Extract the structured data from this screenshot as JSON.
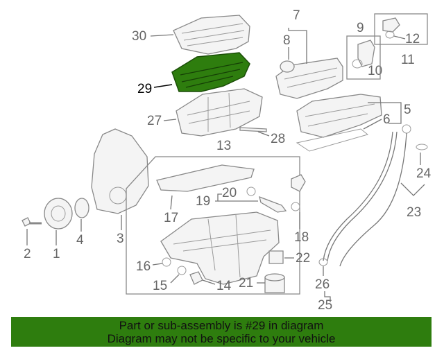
{
  "diagram": {
    "callouts": {
      "c1": "1",
      "c2": "2",
      "c3": "3",
      "c4": "4",
      "c5": "5",
      "c6": "6",
      "c7": "7",
      "c8": "8",
      "c9": "9",
      "c10": "10",
      "c11": "11",
      "c12": "12",
      "c13": "13",
      "c14": "14",
      "c15": "15",
      "c16": "16",
      "c17": "17",
      "c18": "18",
      "c19": "19",
      "c20": "20",
      "c21": "21",
      "c22": "22",
      "c23": "23",
      "c24": "24",
      "c25": "25",
      "c26": "26",
      "c27": "27",
      "c28": "28",
      "c29": "29",
      "c30": "30"
    },
    "highlight_part": "29",
    "highlight_color": "#2e7d0e"
  },
  "banner": {
    "line1": "Part or sub-assembly is #29 in diagram",
    "line2": "Diagram may not be specific to your vehicle",
    "background": "#2e7d0e"
  }
}
